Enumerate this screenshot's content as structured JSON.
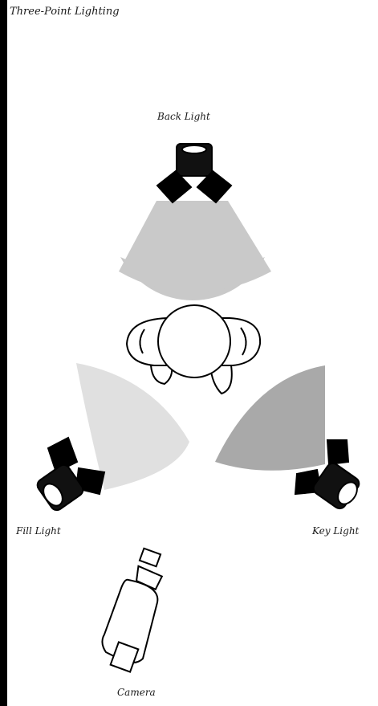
{
  "title": "Three-Point Lighting",
  "labels": {
    "back_light": "Back Light",
    "fill_light": "Fill Light",
    "key_light": "Key Light",
    "camera": "Camera"
  },
  "colors": {
    "background": "#000000",
    "paper": "#ffffff",
    "back_beam": "#c9c9c9",
    "fill_beam": "#e0e0e0",
    "key_beam": "#a9a9a9",
    "ink": "#1a1a1a"
  },
  "icons": [
    "back-light-icon",
    "subject-icon",
    "fill-light-icon",
    "key-light-icon",
    "camera-icon"
  ]
}
